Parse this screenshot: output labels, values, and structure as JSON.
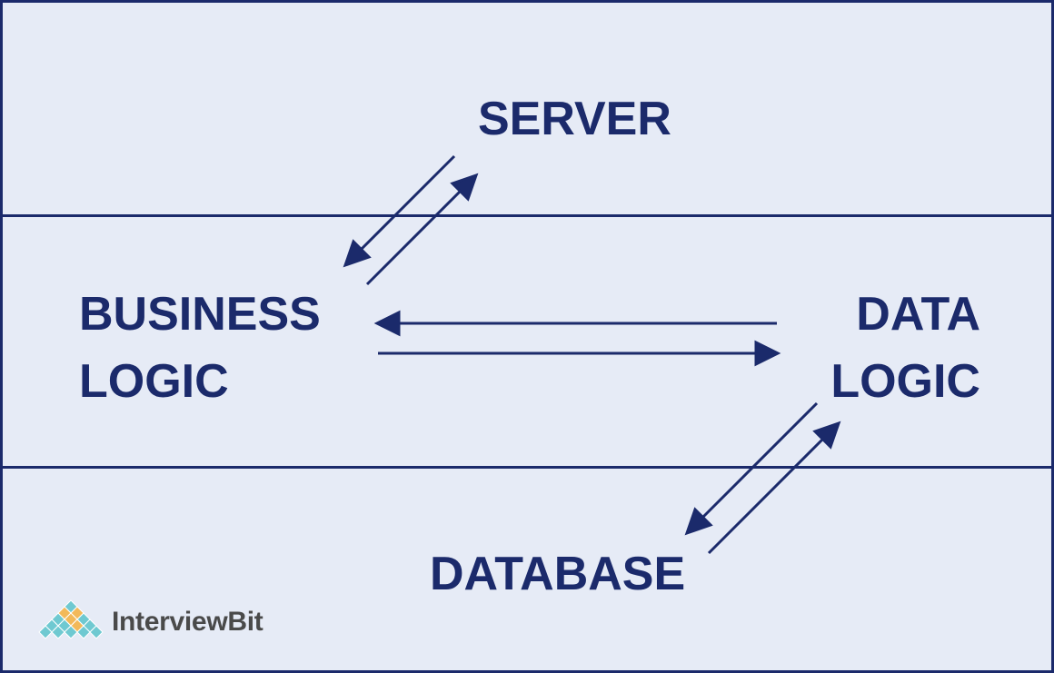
{
  "diagram": {
    "server_label": "SERVER",
    "business_logic_lines": [
      "BUSINESS",
      "LOGIC"
    ],
    "data_logic_lines": [
      "DATA",
      "LOGIC"
    ],
    "database_label": "DATABASE"
  },
  "brand": {
    "name": "InterviewBit"
  },
  "colors": {
    "background": "#e6ebf6",
    "ink": "#1b2a6b",
    "logo_teal": "#6fc9d1",
    "logo_orange": "#f2b95a",
    "logo_text": "#4a4a4a"
  }
}
